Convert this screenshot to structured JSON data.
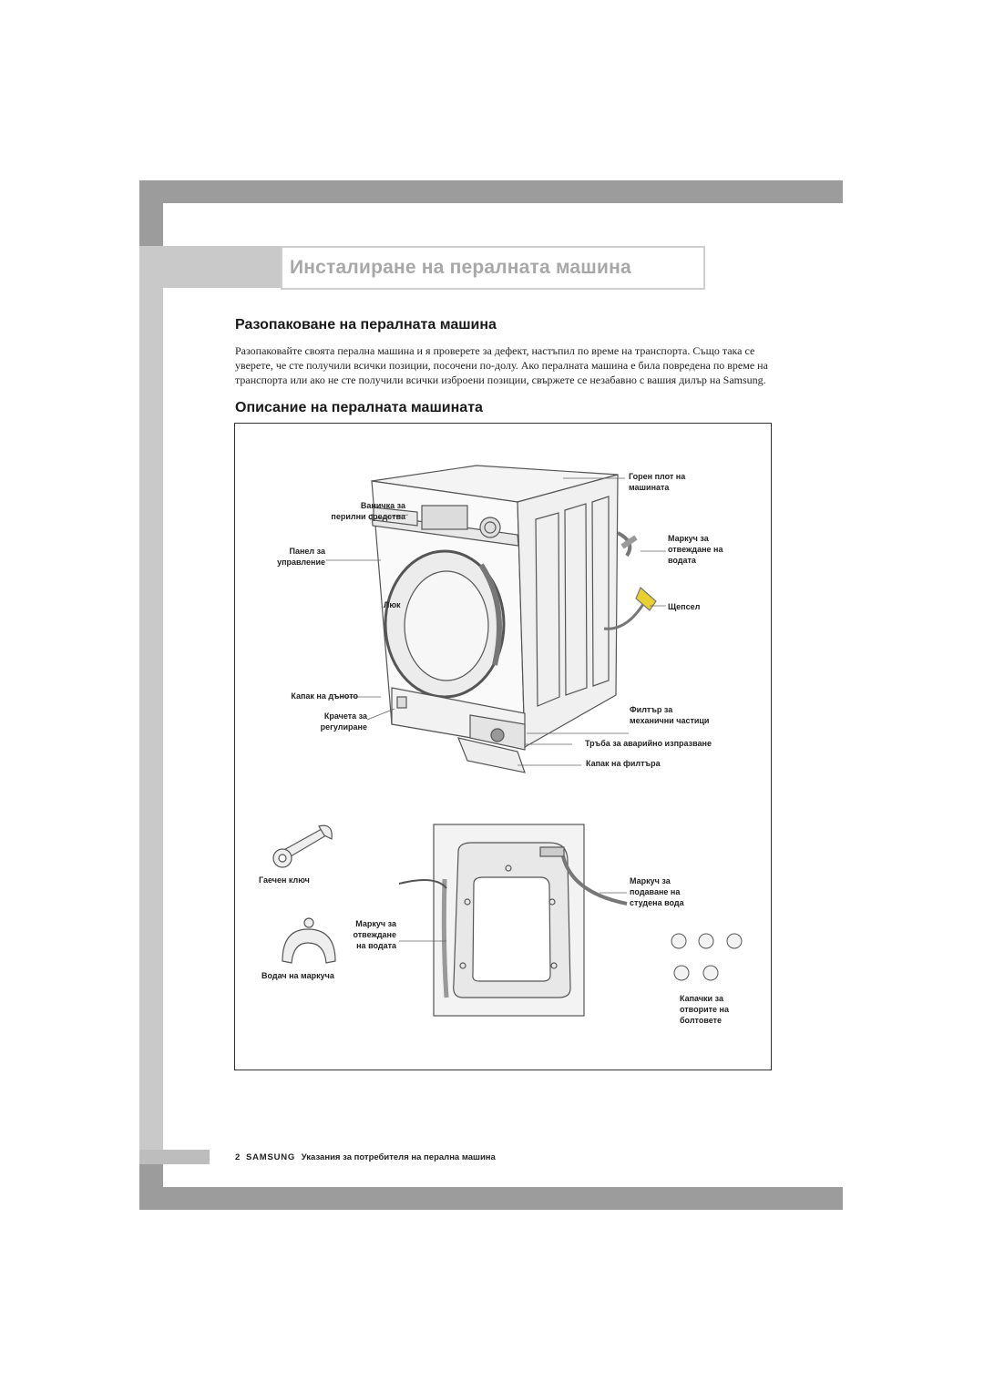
{
  "header": {
    "title": "Инсталиране на пералната машина"
  },
  "unpacking": {
    "heading": "Разопаковане на пералната машина",
    "paragraph": "Разопаковайте своята перална машина и я проверете за дефект, настъпил по време на транспорта. Също така се уверете, че сте получили всички позиции, посочени по-долу. Ако пералната машина е била повредена по време на транспорта или ако не сте получили всички изброени позиции, свържете се незабавно с вашия дилър на Samsung."
  },
  "description": {
    "heading": "Описание на пералната машината"
  },
  "labels": {
    "detergent_drawer": [
      "Ваничка за",
      "перилни средства"
    ],
    "control_panel": [
      "Панел за",
      "управление"
    ],
    "door": "Люк",
    "bottom_cover": "Капак на дъното",
    "adjustable_feet": [
      "Крачета за",
      "регулиране"
    ],
    "worktop": [
      "Горен плот на",
      "машината"
    ],
    "drain_hose_top": [
      "Маркуч за",
      "отвеждане на",
      "водата"
    ],
    "plug": "Щепсел",
    "debris_filter": [
      "Филтър за",
      "механични частици"
    ],
    "emergency_drain_tube": "Тръба за аварийно изпразване",
    "filter_cover": "Капак на филтъра",
    "spanner": "Гаечен ключ",
    "cold_water_hose": [
      "Маркуч за",
      "подаване на",
      "студена вода"
    ],
    "drain_hose_back": [
      "Маркуч за",
      "отвеждане",
      "на водата"
    ],
    "hose_guide": "Водач на маркуча",
    "bolt_caps": [
      "Капачки за",
      "отворите на",
      "болтовете"
    ]
  },
  "footer": {
    "page_number": "2",
    "brand": "SAMSUNG",
    "text": "Указания за потребителя на перална машина"
  }
}
